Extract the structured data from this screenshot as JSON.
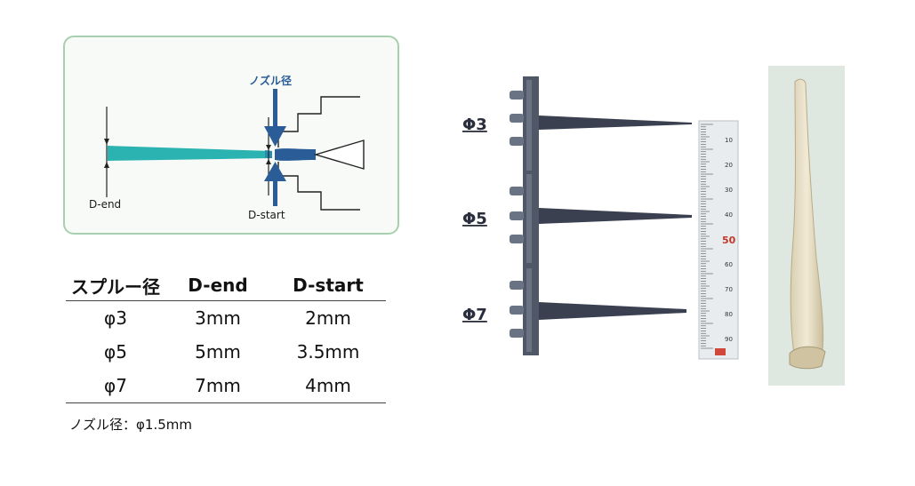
{
  "diagram": {
    "nozzle_label": "ノズル径",
    "d_end_label": "D-end",
    "d_start_label": "D-start"
  },
  "table": {
    "headers": [
      "スプルー径",
      "D-end",
      "D-start"
    ],
    "rows": [
      [
        "φ3",
        "3mm",
        "2mm"
      ],
      [
        "φ5",
        "5mm",
        "3.5mm"
      ],
      [
        "φ7",
        "7mm",
        "4mm"
      ]
    ]
  },
  "note": "ノズル径：φ1.5mm",
  "photo": {
    "labels": [
      "Φ3",
      "Φ5",
      "Φ7"
    ],
    "ruler_numbers": [
      "10",
      "20",
      "30",
      "40",
      "50",
      "60",
      "70",
      "80",
      "90"
    ]
  },
  "colors": {
    "sprue_teal": "#2bb3b1",
    "nozzle_blue": "#2a5c98",
    "panel_border": "#a8cfb0"
  }
}
